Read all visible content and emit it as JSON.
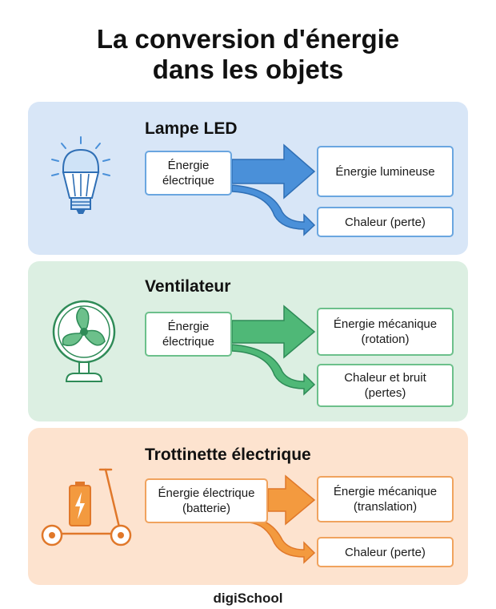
{
  "title": {
    "line1": "La conversion d'énergie",
    "line2": "dans les objets"
  },
  "colors": {
    "blue_bg": "#d8e6f7",
    "blue_border": "#6aa6e0",
    "blue_arrow": "#4a90d9",
    "green_bg": "#dcefe2",
    "green_border": "#6cc08b",
    "green_arrow": "#4fb877",
    "orange_bg": "#fde3cf",
    "orange_border": "#f0a35e",
    "orange_arrow": "#f39a3f"
  },
  "sections": [
    {
      "title": "Lampe LED",
      "icon": "led-bulb-icon",
      "input": [
        "Énergie",
        "électrique"
      ],
      "main_output": [
        "Énergie lumineuse"
      ],
      "loss_output": [
        "Chaleur (perte)"
      ]
    },
    {
      "title": "Ventilateur",
      "icon": "fan-icon",
      "input": [
        "Énergie",
        "électrique"
      ],
      "main_output": [
        "Énergie mécanique",
        "(rotation)"
      ],
      "loss_output": [
        "Chaleur et bruit",
        "(pertes)"
      ]
    },
    {
      "title": "Trottinette électrique",
      "icon": "electric-scooter-icon",
      "input": [
        "Énergie électrique",
        "(batterie)"
      ],
      "main_output": [
        "Énergie mécanique",
        "(translation)"
      ],
      "loss_output": [
        "Chaleur (perte)"
      ]
    }
  ],
  "brand": {
    "part1": "digiSch",
    "part2": "oo",
    "part3": "l"
  }
}
